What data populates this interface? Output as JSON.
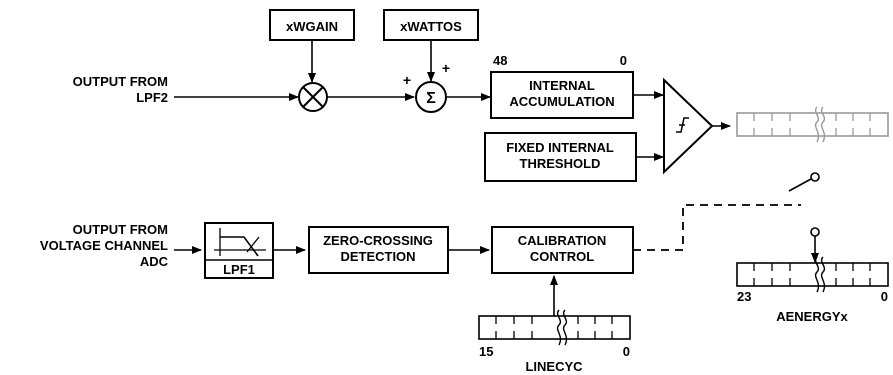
{
  "inputs": {
    "lpf2_line1": "OUTPUT FROM",
    "lpf2_line2": "LPF2",
    "vch_line1": "OUTPUT FROM",
    "vch_line2": "VOLTAGE CHANNEL",
    "vch_line3": "ADC"
  },
  "blocks": {
    "wgain": "xWGAIN",
    "wattos": "xWATTOS",
    "accum_line1": "INTERNAL",
    "accum_line2": "ACCUMULATION",
    "accum_msb": "48",
    "accum_lsb": "0",
    "threshold_line1": "FIXED INTERNAL",
    "threshold_line2": "THRESHOLD",
    "lpf1": "LPF1",
    "zero_line1": "ZERO-CROSSING",
    "zero_line2": "DETECTION",
    "calib_line1": "CALIBRATION",
    "calib_line2": "CONTROL"
  },
  "summing": {
    "plus_left": "+",
    "plus_top": "+",
    "sigma": "Σ"
  },
  "registers": {
    "aenergy_name": "AENERGYx",
    "aenergy_msb": "23",
    "aenergy_lsb": "0",
    "linecyc_name": "LINECYC",
    "linecyc_msb": "15",
    "linecyc_lsb": "0"
  },
  "colors": {
    "line": "#000000",
    "disabled_register": "#9a9a9a"
  }
}
